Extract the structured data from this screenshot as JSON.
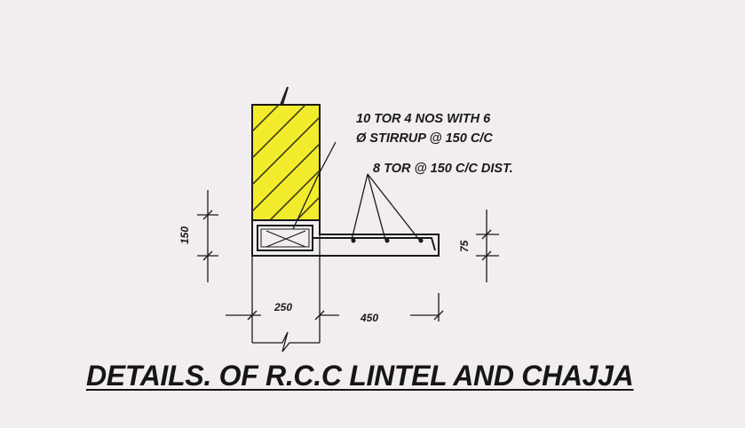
{
  "diagram": {
    "title": "DETAILS. OF R.C.C LINTEL AND CHAJJA",
    "annotations": {
      "main_bars_line1": "10 TOR 4 NOS WITH 6",
      "main_bars_line2": "Ø STIRRUP @ 150 C/C",
      "distribution_bars": "8 TOR @ 150 C/C DIST."
    },
    "dimensions": {
      "lintel_depth": "150",
      "chajja_thickness": "75",
      "wall_width": "250",
      "chajja_projection": "450"
    },
    "colors": {
      "background": "#f1edf1",
      "masonry_fill": "#f2ec2c",
      "line": "#1a1a1a"
    }
  }
}
